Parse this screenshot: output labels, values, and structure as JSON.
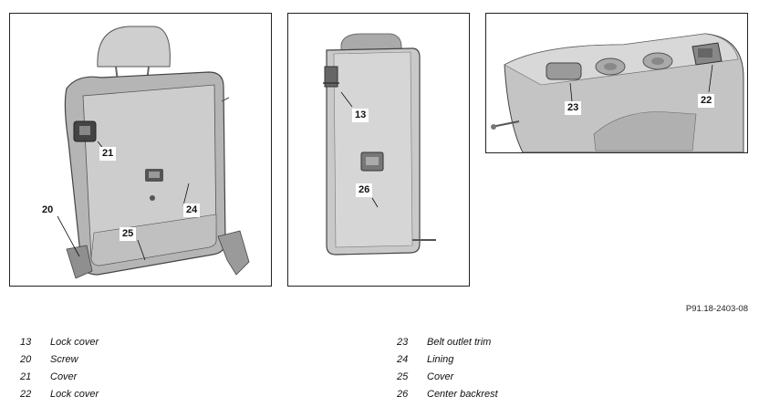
{
  "figure": {
    "reference": "P91.18-2403-08",
    "callouts": {
      "c13": "13",
      "c20": "20",
      "c21": "21",
      "c22": "22",
      "c23": "23",
      "c24": "24",
      "c25": "25",
      "c26": "26"
    }
  },
  "legend": {
    "left": [
      {
        "num": "13",
        "label": "Lock cover"
      },
      {
        "num": "20",
        "label": "Screw"
      },
      {
        "num": "21",
        "label": "Cover"
      },
      {
        "num": "22",
        "label": "Lock cover"
      }
    ],
    "right": [
      {
        "num": "23",
        "label": "Belt outlet trim"
      },
      {
        "num": "24",
        "label": "Lining"
      },
      {
        "num": "25",
        "label": "Cover"
      },
      {
        "num": "26",
        "label": "Center backrest"
      }
    ]
  }
}
